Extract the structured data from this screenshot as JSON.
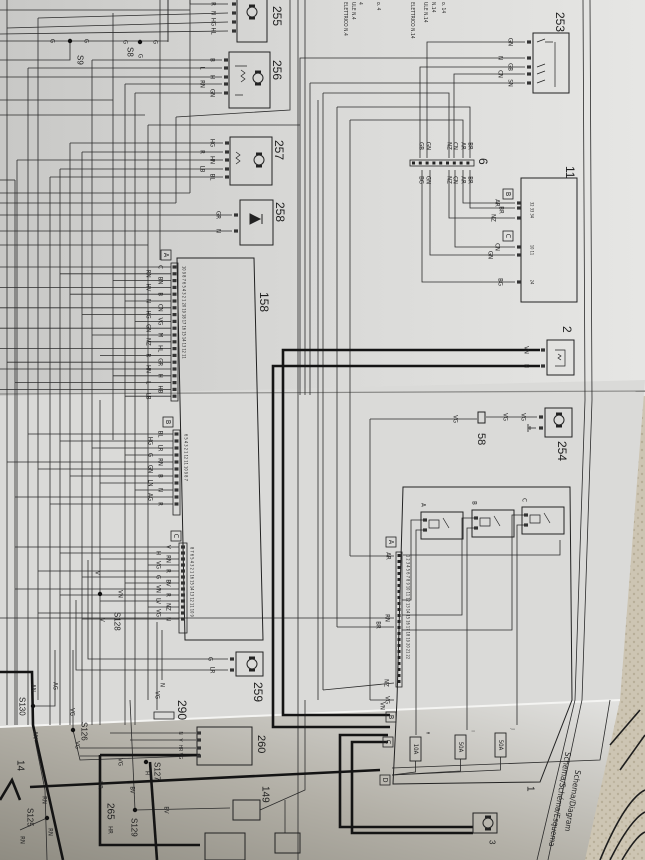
{
  "header_notes": {
    "n1": "o. 14",
    "n2": "N.14",
    "n3": "ULE N.14",
    "n4": "ELETTRICO N.14",
    "n5": "o. 4",
    "n6": "4",
    "n7": "ULE N.4",
    "n8": "ELETTRICO N.4"
  },
  "footer": {
    "line1": "Schema/Diagram",
    "line2": "Schema/Schéma/Esquema"
  },
  "components": {
    "c255": {
      "id": "255",
      "pins": [
        "R",
        "N",
        "HG",
        "HL"
      ]
    },
    "c256": {
      "id": "256",
      "pins": [
        "B",
        "L",
        "H",
        "RN",
        "GN"
      ]
    },
    "c257": {
      "id": "257",
      "pins": [
        "HG",
        "R",
        "HN",
        "LB",
        "BL"
      ]
    },
    "c258": {
      "id": "258",
      "pins": [
        "GR",
        "N"
      ]
    },
    "c253": {
      "id": "253",
      "pins": [
        "GN",
        "N",
        "GB",
        "CN",
        "SN"
      ]
    },
    "c6": {
      "id": "6",
      "top": [
        "GB",
        "GN",
        "NZ",
        "CN",
        "AR",
        "BR"
      ],
      "bottom": [
        "BG",
        "GN",
        "NZ",
        "CN",
        "AR",
        "BR"
      ]
    },
    "c11": {
      "id": "11",
      "conn_b": "B",
      "conn_c": "C",
      "b_pins": [
        "AR",
        "BR",
        "NZ"
      ],
      "b_numbers": "32 33 34",
      "c_pins": [
        "CN",
        "GN"
      ],
      "c_numbers": "10 11",
      "d_pin": "BG",
      "d_number": "24"
    },
    "c2": {
      "id": "2",
      "pins": [
        "VN",
        "H"
      ]
    },
    "c254": {
      "id": "254",
      "pins": [
        "VG"
      ]
    },
    "c58": {
      "id": "58",
      "pins": [
        "VG",
        "VG"
      ]
    },
    "c158": {
      "id": "158",
      "conn_a": "A",
      "conn_b": "B",
      "conn_c": "C",
      "a_pins": [
        "C",
        "RN",
        "BN",
        "HV",
        "B",
        "N",
        "CN",
        "HG",
        "VG",
        "GN",
        "M",
        "NZ",
        "HL",
        "R",
        "GR",
        "HN",
        "H",
        "L",
        "HB",
        "LB"
      ],
      "a_numbers": "10 9 8 7 6 5 4 3 2 1 20 19 18 17 16 15 14 13 12 11",
      "b_pins": [
        "BL",
        "HG",
        "LR",
        "G",
        "RN",
        "GN",
        "B",
        "LN",
        "N",
        "AG",
        "R"
      ],
      "b_numbers": "6 5 4 3 2 1 12 11 10 9 8 7",
      "c_pins": [
        "V",
        "H",
        "RN",
        "VG",
        "R",
        "G",
        "BV",
        "VN",
        "R",
        "LV",
        "NZ",
        "VG",
        "N"
      ],
      "c_numbers": "8 7 6 5 4 3 2 1 16 15 14 13 12 11 10 9"
    },
    "c1": {
      "id": "1",
      "conn_a": "A",
      "conn_b": "B",
      "conn_c": "C",
      "conn_d": "D",
      "a_pins": [
        "AR",
        "RN",
        "BR",
        "NZ",
        "VG",
        "VN"
      ],
      "a_numbers": "1 2 3 4 5 6 7 8 9 10 11 12 13 14 15 16 17 18 19 20 21 22",
      "relays": [
        "A",
        "B",
        "C"
      ],
      "fuses": [
        "10A",
        "50A",
        "50A"
      ],
      "fuse_ids": [
        "H",
        "I",
        "J"
      ]
    },
    "c259": {
      "id": "259",
      "pins": [
        "G",
        "LR"
      ]
    },
    "c290": {
      "id": "290",
      "pins": [
        "VG",
        "N"
      ]
    },
    "c260": {
      "id": "260",
      "pins": [
        "N",
        "V",
        "HR",
        "VG"
      ]
    },
    "c3": {
      "id": "3"
    },
    "c265": {
      "id": "265",
      "pins": [
        "HR",
        "HR"
      ]
    },
    "c14": {
      "id": "14"
    },
    "c149": {
      "id": "149"
    }
  },
  "splices": {
    "s8": {
      "id": "S8",
      "wires": [
        "G",
        "G",
        "G"
      ]
    },
    "s9": {
      "id": "S9",
      "wires": [
        "G",
        "G"
      ]
    },
    "s128": {
      "id": "S128",
      "wires": [
        "VN",
        "V",
        "V"
      ]
    },
    "s130": {
      "id": "S130",
      "wires": [
        "AN",
        "AN",
        "AG"
      ]
    },
    "s126": {
      "id": "S126",
      "wires": [
        "VG",
        "VG"
      ]
    },
    "s127": {
      "id": "S127",
      "wires": [
        "VG",
        "H"
      ]
    },
    "s125": {
      "id": "S125",
      "wires": [
        "RN",
        "RN",
        "RN"
      ]
    },
    "s129": {
      "id": "S129",
      "wires": [
        "BV",
        "BV"
      ]
    }
  },
  "colors": {
    "paper": "#dcdcda",
    "paper_shadow": "#a8a59c",
    "ink": "#2a2a2a",
    "cloth": "#cbc3b1"
  }
}
